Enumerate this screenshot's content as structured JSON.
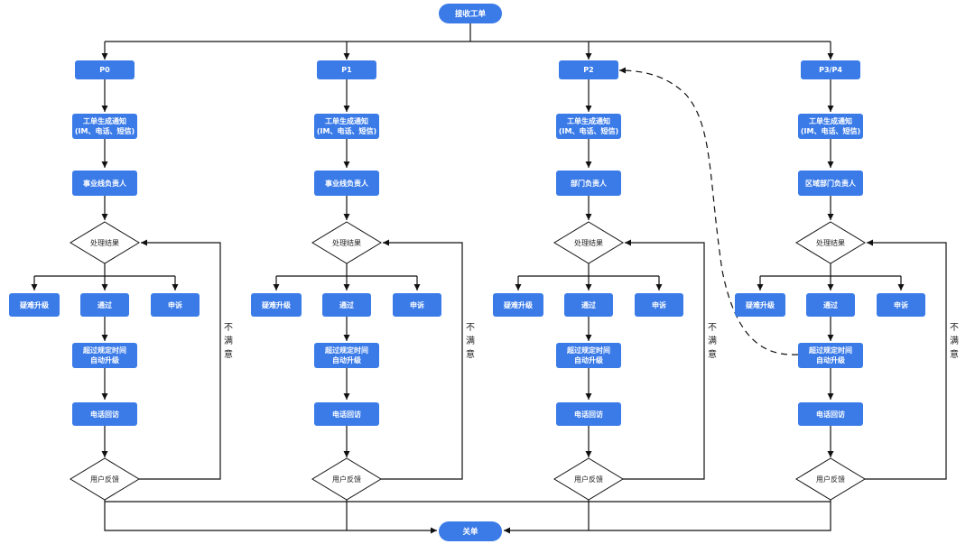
{
  "start_label": "接收工单",
  "end_label": "关单",
  "lanes": [
    {
      "priority": "P0",
      "notify": "工单生成通知\n(IM、电话、短信)",
      "owner": "事业线负责人",
      "decision": "处理结果",
      "escalate": "疑难升级",
      "pass": "通过",
      "appeal": "申诉",
      "timeout": "超过规定时间\n自动升级",
      "callback": "电话回访",
      "feedback": "用户反馈",
      "unsatisfied": "不满意"
    },
    {
      "priority": "P1",
      "notify": "工单生成通知\n(IM、电话、短信)",
      "owner": "事业线负责人",
      "decision": "处理结果",
      "escalate": "疑难升级",
      "pass": "通过",
      "appeal": "申诉",
      "timeout": "超过规定时间\n自动升级",
      "callback": "电话回访",
      "feedback": "用户反馈",
      "unsatisfied": "不满意"
    },
    {
      "priority": "P2",
      "notify": "工单生成通知\n(IM、电话、短信)",
      "owner": "部门负责人",
      "decision": "处理结果",
      "escalate": "疑难升级",
      "pass": "通过",
      "appeal": "申诉",
      "timeout": "超过规定时间\n自动升级",
      "callback": "电话回访",
      "feedback": "用户反馈",
      "unsatisfied": "不满意"
    },
    {
      "priority": "P3/P4",
      "notify": "工单生成通知\n(IM、电话、短信)",
      "owner": "区域部门负责人",
      "decision": "处理结果",
      "escalate": "疑难升级",
      "pass": "通过",
      "appeal": "申诉",
      "timeout": "超过规定时间\n自动升级",
      "callback": "电话回访",
      "feedback": "用户反馈",
      "unsatisfied": "不满意"
    }
  ],
  "colors": {
    "node": "#3b7be8",
    "line": "#111111"
  }
}
